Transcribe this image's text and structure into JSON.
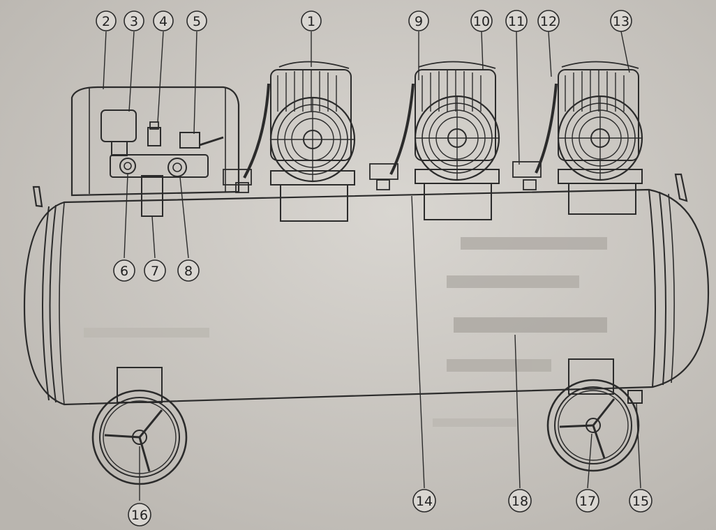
{
  "callouts": [
    {
      "id": "1",
      "num": "1"
    },
    {
      "id": "2",
      "num": "2"
    },
    {
      "id": "3",
      "num": "3"
    },
    {
      "id": "4",
      "num": "4"
    },
    {
      "id": "5",
      "num": "5"
    },
    {
      "id": "6",
      "num": "6"
    },
    {
      "id": "7",
      "num": "7"
    },
    {
      "id": "8",
      "num": "8"
    },
    {
      "id": "9",
      "num": "9"
    },
    {
      "id": "10",
      "num": "10"
    },
    {
      "id": "11",
      "num": "11"
    },
    {
      "id": "12",
      "num": "12"
    },
    {
      "id": "13",
      "num": "13"
    },
    {
      "id": "14",
      "num": "14"
    },
    {
      "id": "15",
      "num": "15"
    },
    {
      "id": "16",
      "num": "16"
    },
    {
      "id": "17",
      "num": "17"
    },
    {
      "id": "18",
      "num": "18"
    }
  ],
  "colors": {
    "paper": "#c9c6c1",
    "tank": "#d6d3ce",
    "ink": "#2b2b2b"
  }
}
